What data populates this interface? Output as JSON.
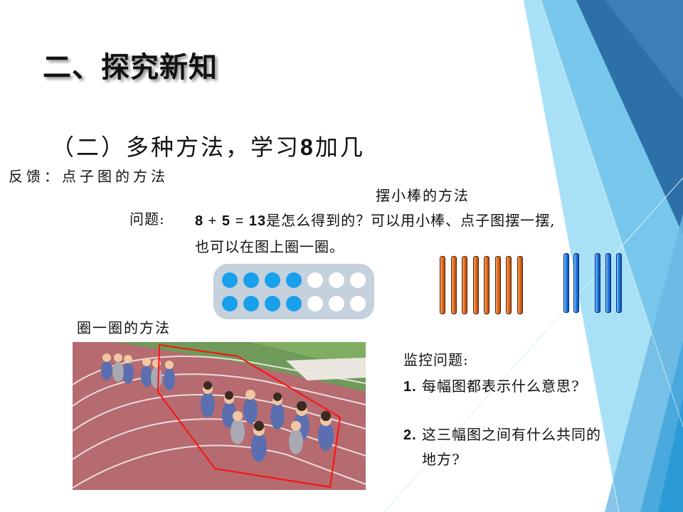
{
  "slide": {
    "heading": "二、探究新知",
    "subheading_prefix": "（二）多种方法，学习",
    "subheading_number": "8",
    "subheading_suffix": "加几"
  },
  "feedback_label": "反馈：点子图的方法",
  "sticks_label": "摆小棒的方法",
  "circle_label": "圈一圈的方法",
  "question": {
    "label": "问题:",
    "a": "8",
    "plus": " + ",
    "b": "5",
    "eq": " = ",
    "sum": "13",
    "text_line1": "是怎么得到的？可以用小棒、点子图摆一摆,",
    "text_line2": "也可以在图上圈一圈。"
  },
  "dot_chart": {
    "rows": [
      [
        "blue",
        "blue",
        "blue",
        "blue",
        "white",
        "white",
        "white"
      ],
      [
        "blue",
        "blue",
        "blue",
        "blue",
        "white",
        "white",
        "white"
      ]
    ]
  },
  "sticks": {
    "orange_count": 8,
    "blue_count": 5
  },
  "monitor": {
    "title": "监控问题:",
    "q1_num": "1.",
    "q1_text": " 每幅图都表示什么意思?",
    "q2_num": "2.",
    "q2_text_line1": " 这三幅图之间有什么共同的",
    "q2_text_line2": "地方?"
  },
  "colors": {
    "accent_blue": "#18a0ec",
    "frame_gray": "#c5d1dc",
    "track_red": "#b36a6f",
    "circle_red": "#ff1010",
    "deco_dark": "#2d6fa7",
    "deco_light": "#8fd3f0"
  }
}
